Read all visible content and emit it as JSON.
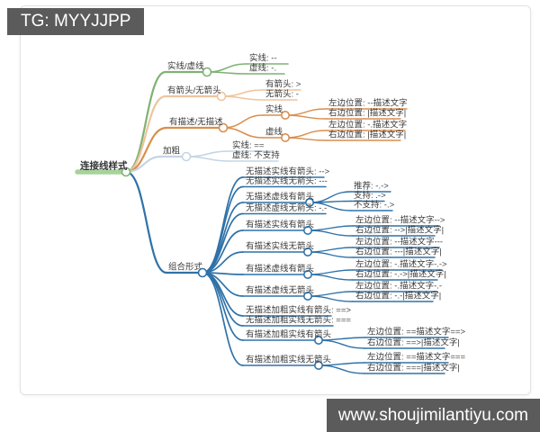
{
  "badges": {
    "top_left": "TG: MYYJJPP",
    "bottom_right": "www.shoujimilantiyu.com"
  },
  "colors": {
    "branch_green": "#7FB274",
    "branch_tan": "#EFC49C",
    "branch_orange": "#D98E4E",
    "branch_lightblue": "#C5D5E5",
    "branch_blue": "#2F72A8",
    "root_highlight": "#A6D39A",
    "badge_bg": "#5b5b5b",
    "text": "#3b3b3b"
  },
  "mindmap": {
    "root": "连接线样式",
    "branches": [
      {
        "label": "实线/虚线",
        "color": "#7FB274",
        "children": [
          {
            "label": "实线: --"
          },
          {
            "label": "虚线: -."
          }
        ]
      },
      {
        "label": "有箭头/无箭头",
        "color": "#EFC49C",
        "children": [
          {
            "label": "有箭头: >"
          },
          {
            "label": "无箭头: -"
          }
        ]
      },
      {
        "label": "有描述/无描述",
        "color": "#D98E4E",
        "children": [
          {
            "label": "实线",
            "children": [
              {
                "label": "左边位置: --描述文字"
              },
              {
                "label": "右边位置: |描述文字|"
              }
            ]
          },
          {
            "label": "虚线",
            "children": [
              {
                "label": "左边位置: -.描述文字"
              },
              {
                "label": "右边位置: |描述文字|"
              }
            ]
          }
        ]
      },
      {
        "label": "加粗",
        "color": "#C5D5E5",
        "children": [
          {
            "label": "实线: =="
          },
          {
            "label": "虚线: 不支持"
          }
        ]
      },
      {
        "label": "组合形式",
        "color": "#2F72A8",
        "children": [
          {
            "label": "无描述实线有箭头: -->"
          },
          {
            "label": "无描述实线无箭头: ---"
          },
          {
            "label": "无描述虚线有箭头",
            "children": [
              {
                "label": "推荐: -.->"
              },
              {
                "label": "支持: .->"
              },
              {
                "label": "不支持: -.>"
              }
            ]
          },
          {
            "label": "无描述虚线无箭头: -.-"
          },
          {
            "label": "有描述实线有箭头",
            "children": [
              {
                "label": "左边位置: --描述文字-->"
              },
              {
                "label": "右边位置: -->|描述文字|"
              }
            ]
          },
          {
            "label": "有描述实线无箭头",
            "children": [
              {
                "label": "左边位置: --描述文字---"
              },
              {
                "label": "右边位置: ---|描述文字|"
              }
            ]
          },
          {
            "label": "有描述虚线有箭头",
            "children": [
              {
                "label": "左边位置: -.描述文字-.->"
              },
              {
                "label": "右边位置: -.->|描述文字|"
              }
            ]
          },
          {
            "label": "有描述虚线无箭头",
            "children": [
              {
                "label": "左边位置: -.描述文字-.-"
              },
              {
                "label": "右边位置: -.-|描述文字|"
              }
            ]
          },
          {
            "label": "无描述加粗实线有箭头: ==>"
          },
          {
            "label": "无描述加粗实线无箭头: ==="
          },
          {
            "label": "有描述加粗实线有箭头",
            "children": [
              {
                "label": "左边位置: ==描述文字==>"
              },
              {
                "label": "右边位置: ==>|描述文字|"
              }
            ]
          },
          {
            "label": "有描述加粗实线无箭头",
            "children": [
              {
                "label": "左边位置: ==描述文字==="
              },
              {
                "label": "右边位置: ===|描述文字|"
              }
            ]
          }
        ]
      }
    ]
  }
}
